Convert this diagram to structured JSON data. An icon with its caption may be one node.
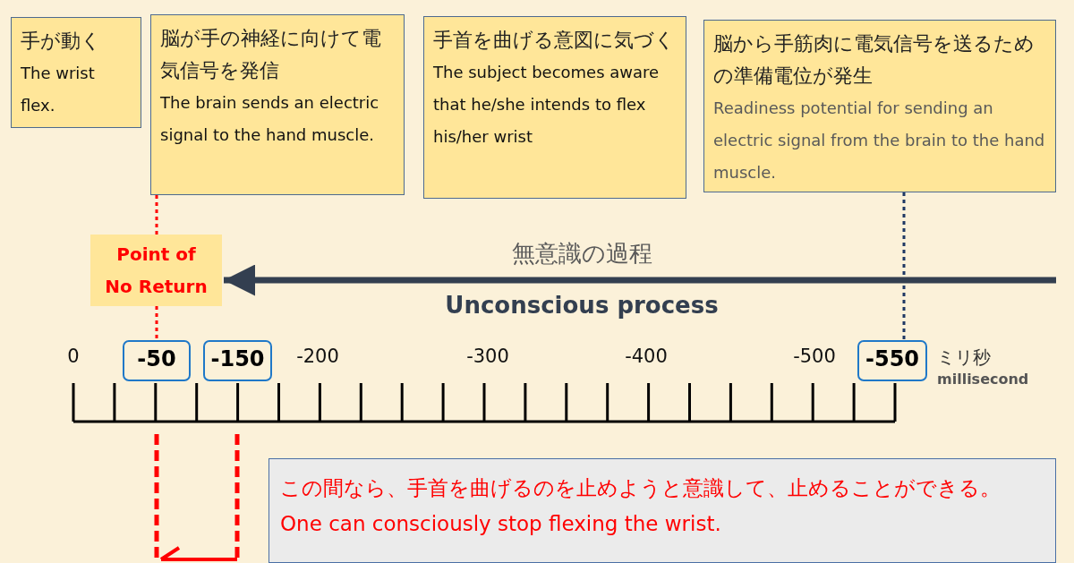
{
  "diagram": {
    "nodes": [
      {
        "text": [
          "手が動く",
          "The wrist flex."
        ]
      },
      {
        "text": [
          "脳が手の神経に向けて電気信号を発信",
          "The brain sends an electric signal to the hand muscle."
        ]
      },
      {
        "text": [
          "手首を曲げる意図に気づく",
          "The subject becomes aware that he/she intends to flex his/her wrist"
        ]
      },
      {
        "text": [
          "脳から手筋肉に電気信号を送るための準備電位が発生",
          "Readiness potential for sending an electric signal from the brain to the hand muscle."
        ]
      },
      {
        "text": [
          "Point of No Return"
        ]
      },
      {
        "text": [
          "-50"
        ]
      },
      {
        "text": [
          "-150"
        ]
      },
      {
        "text": [
          "-550"
        ]
      },
      {
        "text": [
          "この間なら、手首を曲げるのを止めようと意識して、止めることができる。",
          "One can consciously stop flexing the wrist."
        ]
      }
    ],
    "edges": [
      {
        "from": 1,
        "to": 4,
        "arrow": "none",
        "style": "dashed",
        "color": "#ff0000"
      },
      {
        "from": 4,
        "to": 5,
        "arrow": "none",
        "style": "dashed",
        "color": "#ff0000"
      },
      {
        "from": 3,
        "to": 7,
        "arrow": "none",
        "style": "dashed",
        "color": "#1f3864"
      },
      {
        "from": null,
        "to": 4,
        "arrow": "to",
        "style": "thick",
        "color": "#333f50"
      }
    ],
    "labels": [
      "無意識の過程",
      "Unconscious process",
      "0",
      "-200",
      "-300",
      "-400",
      "-500",
      "ミリ秒",
      "millisecond"
    ]
  }
}
